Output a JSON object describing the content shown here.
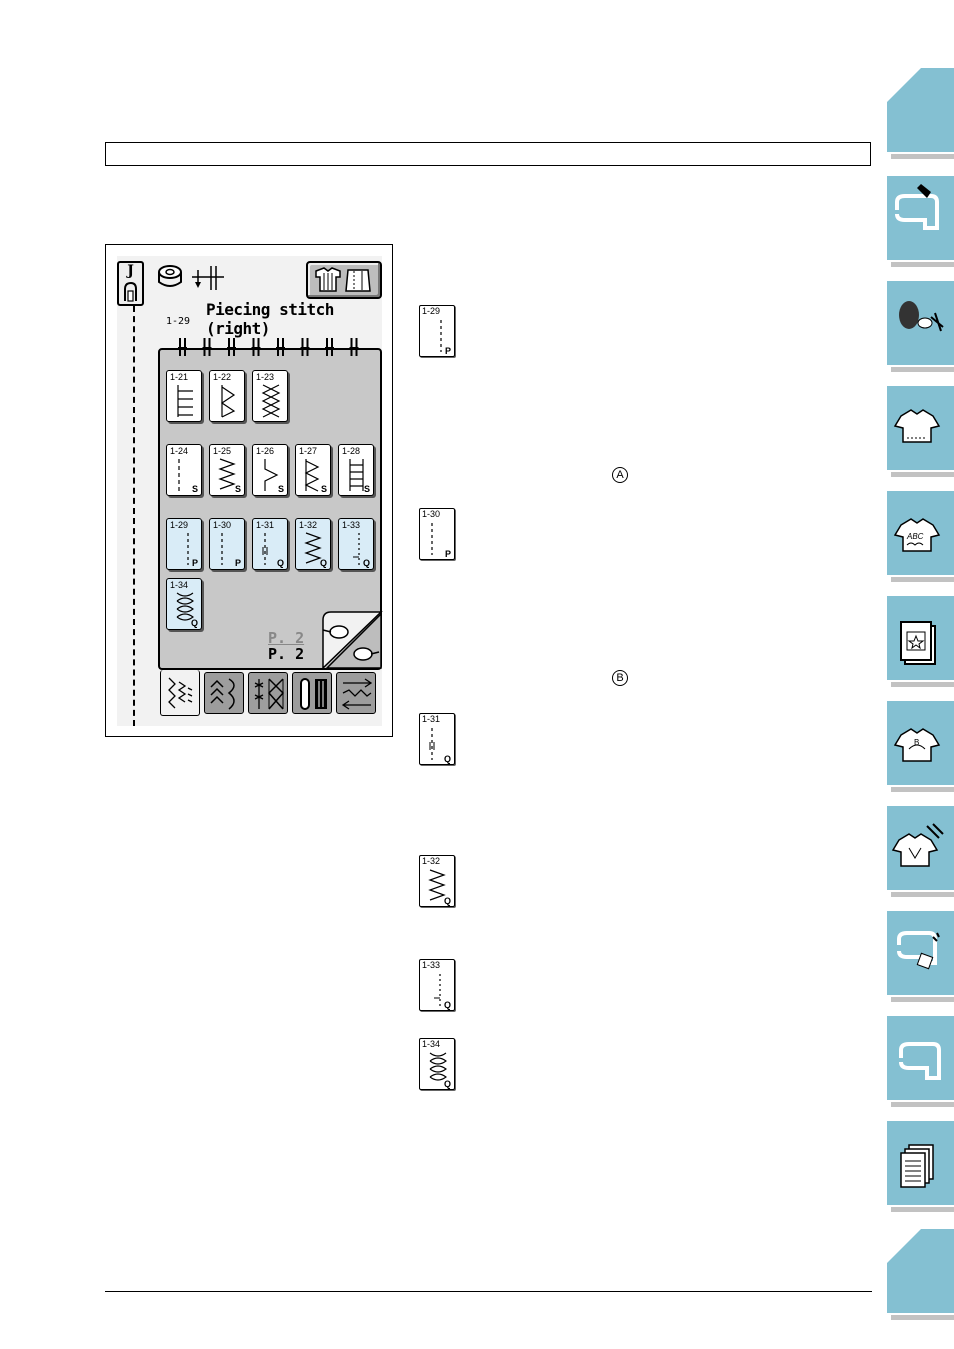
{
  "screen": {
    "presser_foot": "J",
    "stitch_number": "1-29",
    "stitch_name_line1": "Piecing stitch",
    "stitch_name_line2": "(right)",
    "keys": [
      {
        "num": "1-21",
        "letter": "",
        "selected": false
      },
      {
        "num": "1-22",
        "letter": "",
        "selected": false
      },
      {
        "num": "1-23",
        "letter": "",
        "selected": false
      },
      {
        "num": "1-24",
        "letter": "S",
        "selected": false
      },
      {
        "num": "1-25",
        "letter": "S",
        "selected": false
      },
      {
        "num": "1-26",
        "letter": "S",
        "selected": false
      },
      {
        "num": "1-27",
        "letter": "S",
        "selected": false
      },
      {
        "num": "1-28",
        "letter": "S",
        "selected": false
      },
      {
        "num": "1-29",
        "letter": "P",
        "selected": true
      },
      {
        "num": "1-30",
        "letter": "P",
        "selected": true
      },
      {
        "num": "1-31",
        "letter": "Q",
        "selected": true
      },
      {
        "num": "1-32",
        "letter": "Q",
        "selected": true
      },
      {
        "num": "1-33",
        "letter": "Q",
        "selected": true
      },
      {
        "num": "1-34",
        "letter": "Q",
        "selected": true
      }
    ],
    "page_current": "P. 2",
    "page_total": "P. 2"
  },
  "patterns": [
    {
      "num": "1-29",
      "letter": "P"
    },
    {
      "num": "1-30",
      "letter": "P"
    },
    {
      "num": "1-31",
      "letter": "Q"
    },
    {
      "num": "1-32",
      "letter": "Q"
    },
    {
      "num": "1-33",
      "letter": "Q"
    },
    {
      "num": "1-34",
      "letter": "Q"
    }
  ],
  "markers": {
    "a": "A",
    "b": "B"
  },
  "tab_color": "#84c0d2",
  "tab_icons": [
    "blank-tab",
    "sewing-machine-icon",
    "thread-spool-icon",
    "tshirt-icon",
    "tshirt-abc-icon",
    "embroidery-frame-icon",
    "tshirt-embroidered-icon",
    "tshirt-edit-icon",
    "machine-maintenance-icon",
    "sewing-machine-outline-icon",
    "documents-icon",
    "blank-tab"
  ]
}
